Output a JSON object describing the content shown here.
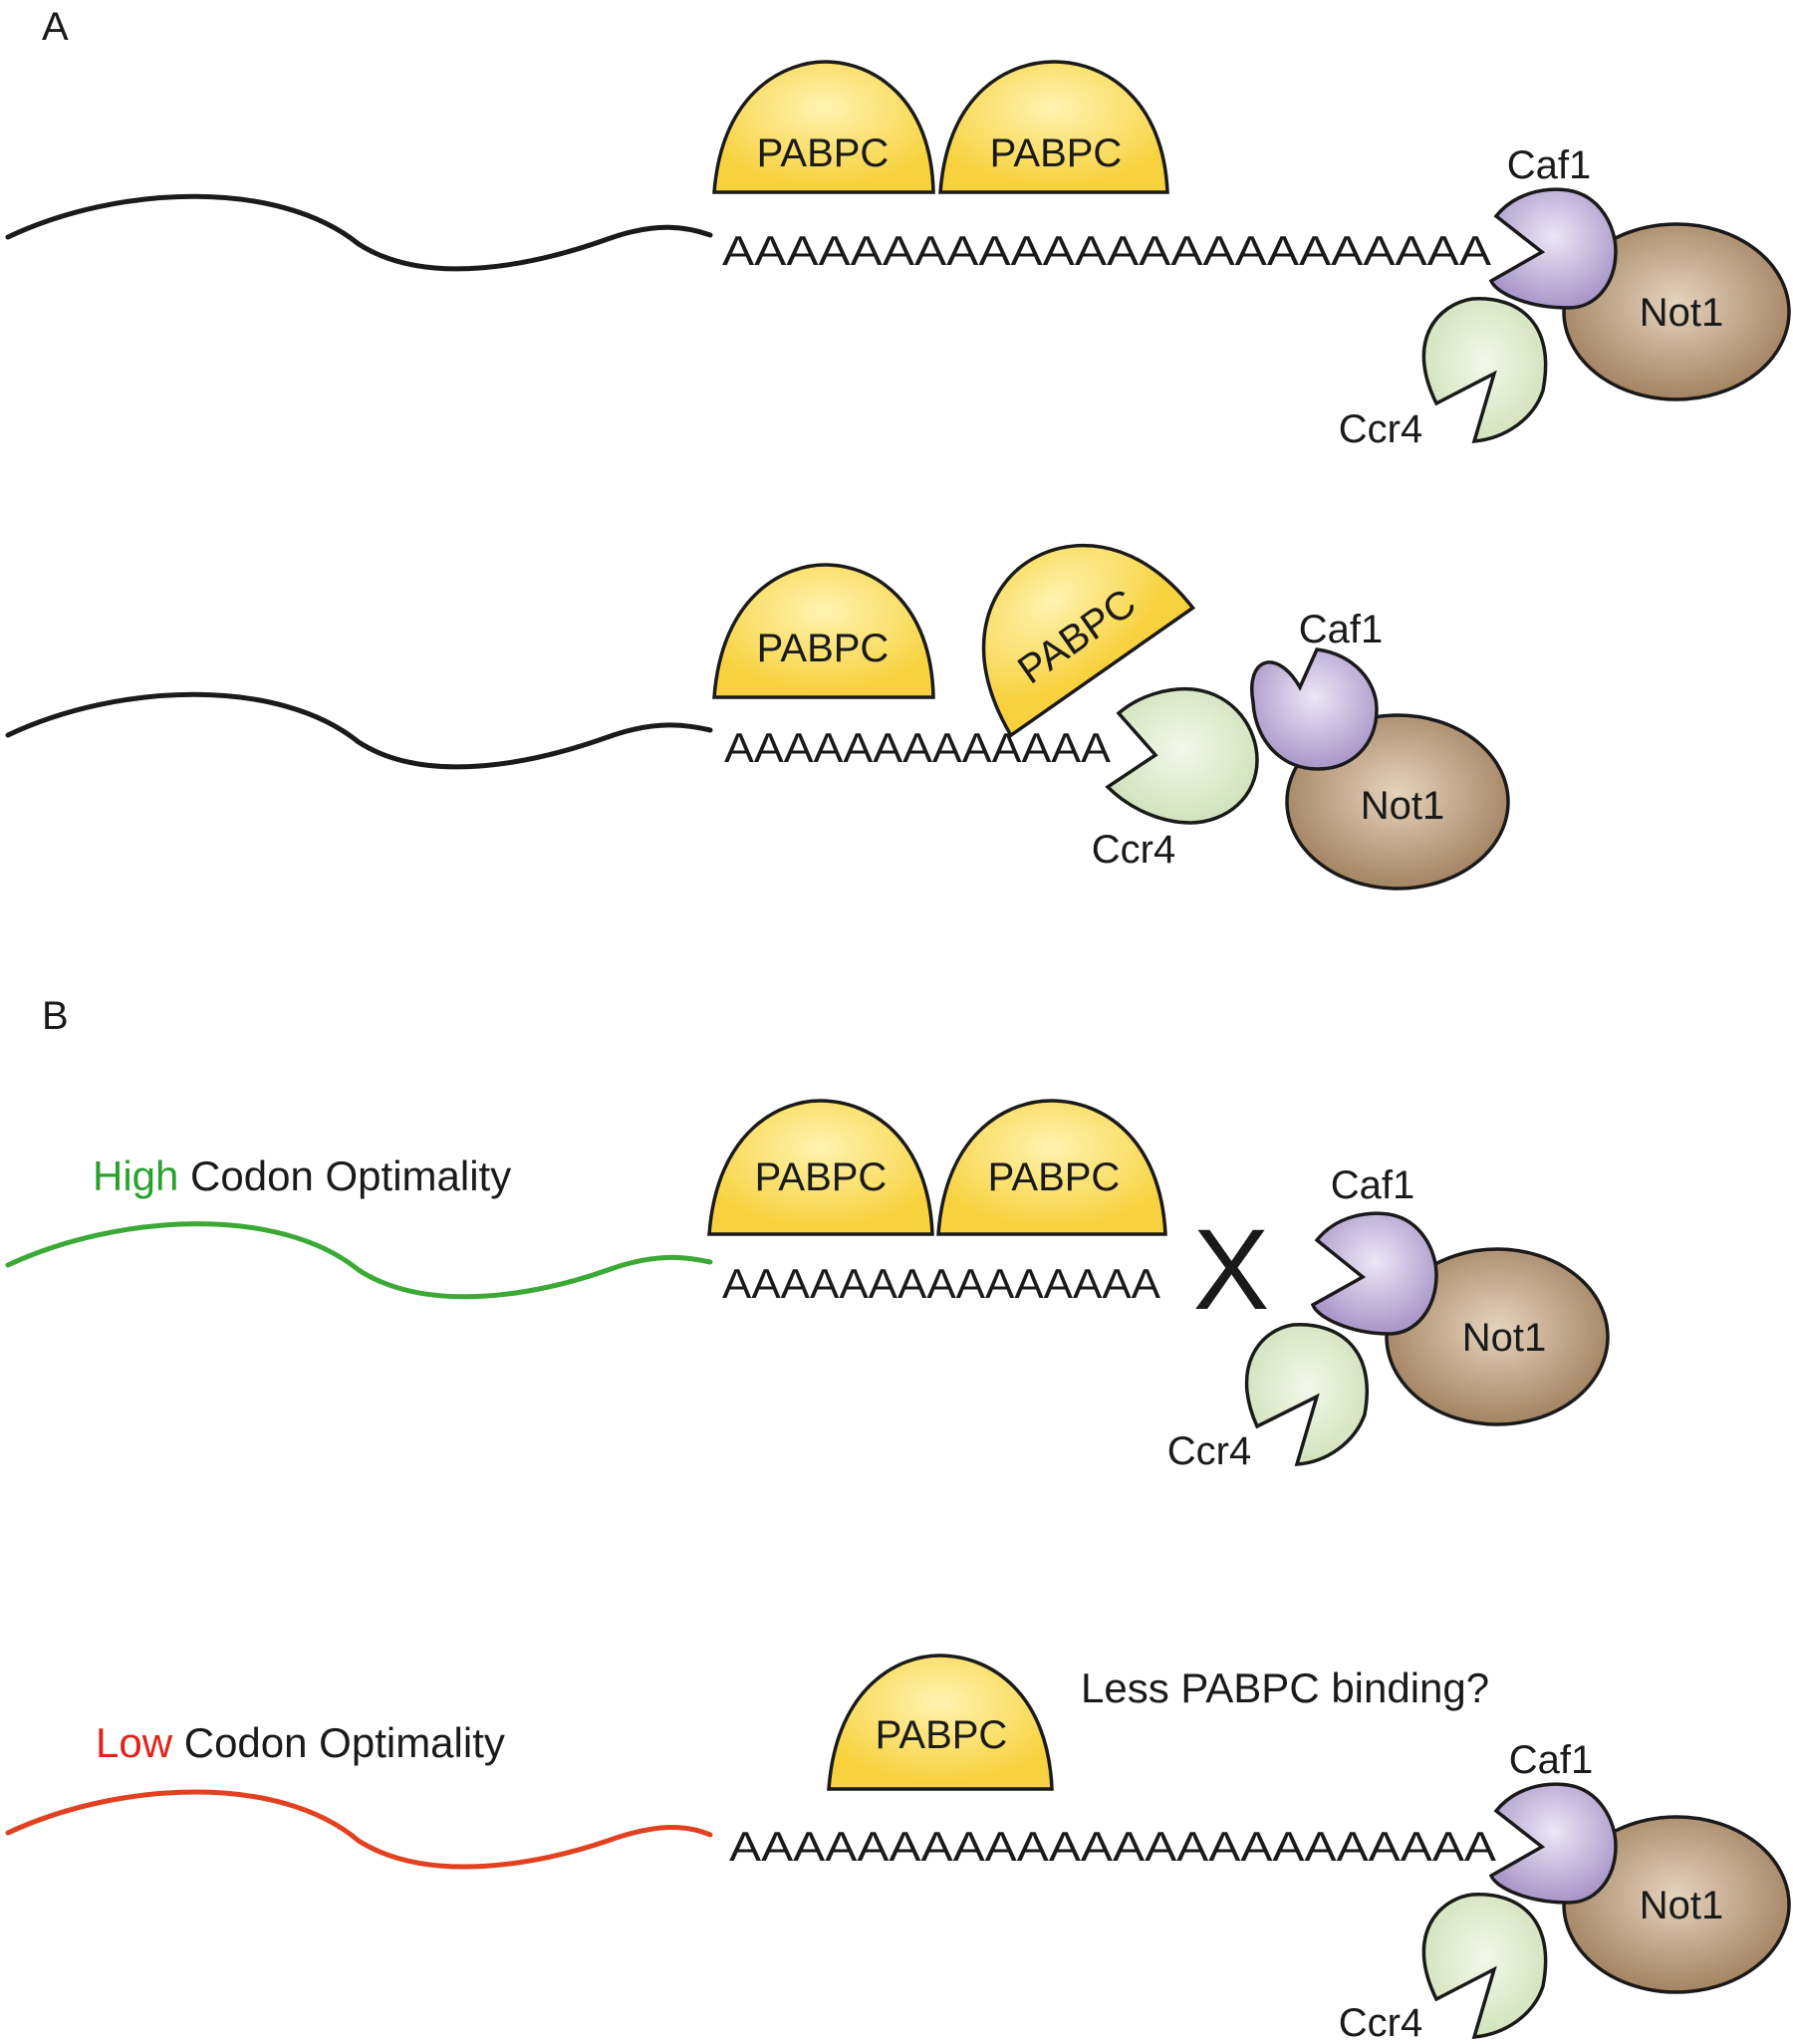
{
  "colors": {
    "pabpc": "#f7d23e",
    "pabpc_highlight": "#fff3b0",
    "caf1": "#a896c8",
    "caf1_highlight": "#ece6f6",
    "ccr4": "#cfe0b8",
    "ccr4_highlight": "#f3f8ea",
    "not1": "#9d7c5a",
    "not1_highlight": "#e5d3bd",
    "mrna_default": "#1a1a1a",
    "mrna_high": "#3aaa35",
    "mrna_low": "#e2401f",
    "high_word": "#2aa12c",
    "low_word": "#e0241b",
    "block_x": "#e63222"
  },
  "panel_a": {
    "label": "A",
    "top": {
      "pabpc_1": "PABPC",
      "pabpc_2": "PABPC",
      "polya": "AAAAAAAAAAAAAAAAAAAAAAAA",
      "caf1": "Caf1",
      "not1": "Not1",
      "ccr4": "Ccr4"
    },
    "bottom": {
      "pabpc_1": "PABPC",
      "pabpc_2": "PABPC",
      "polya": "AAAAAAAAAAAAA",
      "caf1": "Caf1",
      "not1": "Not1",
      "ccr4": "Ccr4"
    }
  },
  "panel_b": {
    "label": "B",
    "high": {
      "caption_highlight": "High",
      "caption_rest": " Codon Optimality",
      "pabpc_1": "PABPC",
      "pabpc_2": "PABPC",
      "polya": "AAAAAAAAAAAAAAA",
      "block_mark": "X",
      "caf1": "Caf1",
      "not1": "Not1",
      "ccr4": "Ccr4"
    },
    "low": {
      "caption_highlight": "Low",
      "caption_rest": " Codon Optimality",
      "pabpc": "PABPC",
      "question": "Less PABPC binding?",
      "polya": "AAAAAAAAAAAAAAAAAAAAAAAA",
      "caf1": "Caf1",
      "not1": "Not1",
      "ccr4": "Ccr4"
    }
  }
}
